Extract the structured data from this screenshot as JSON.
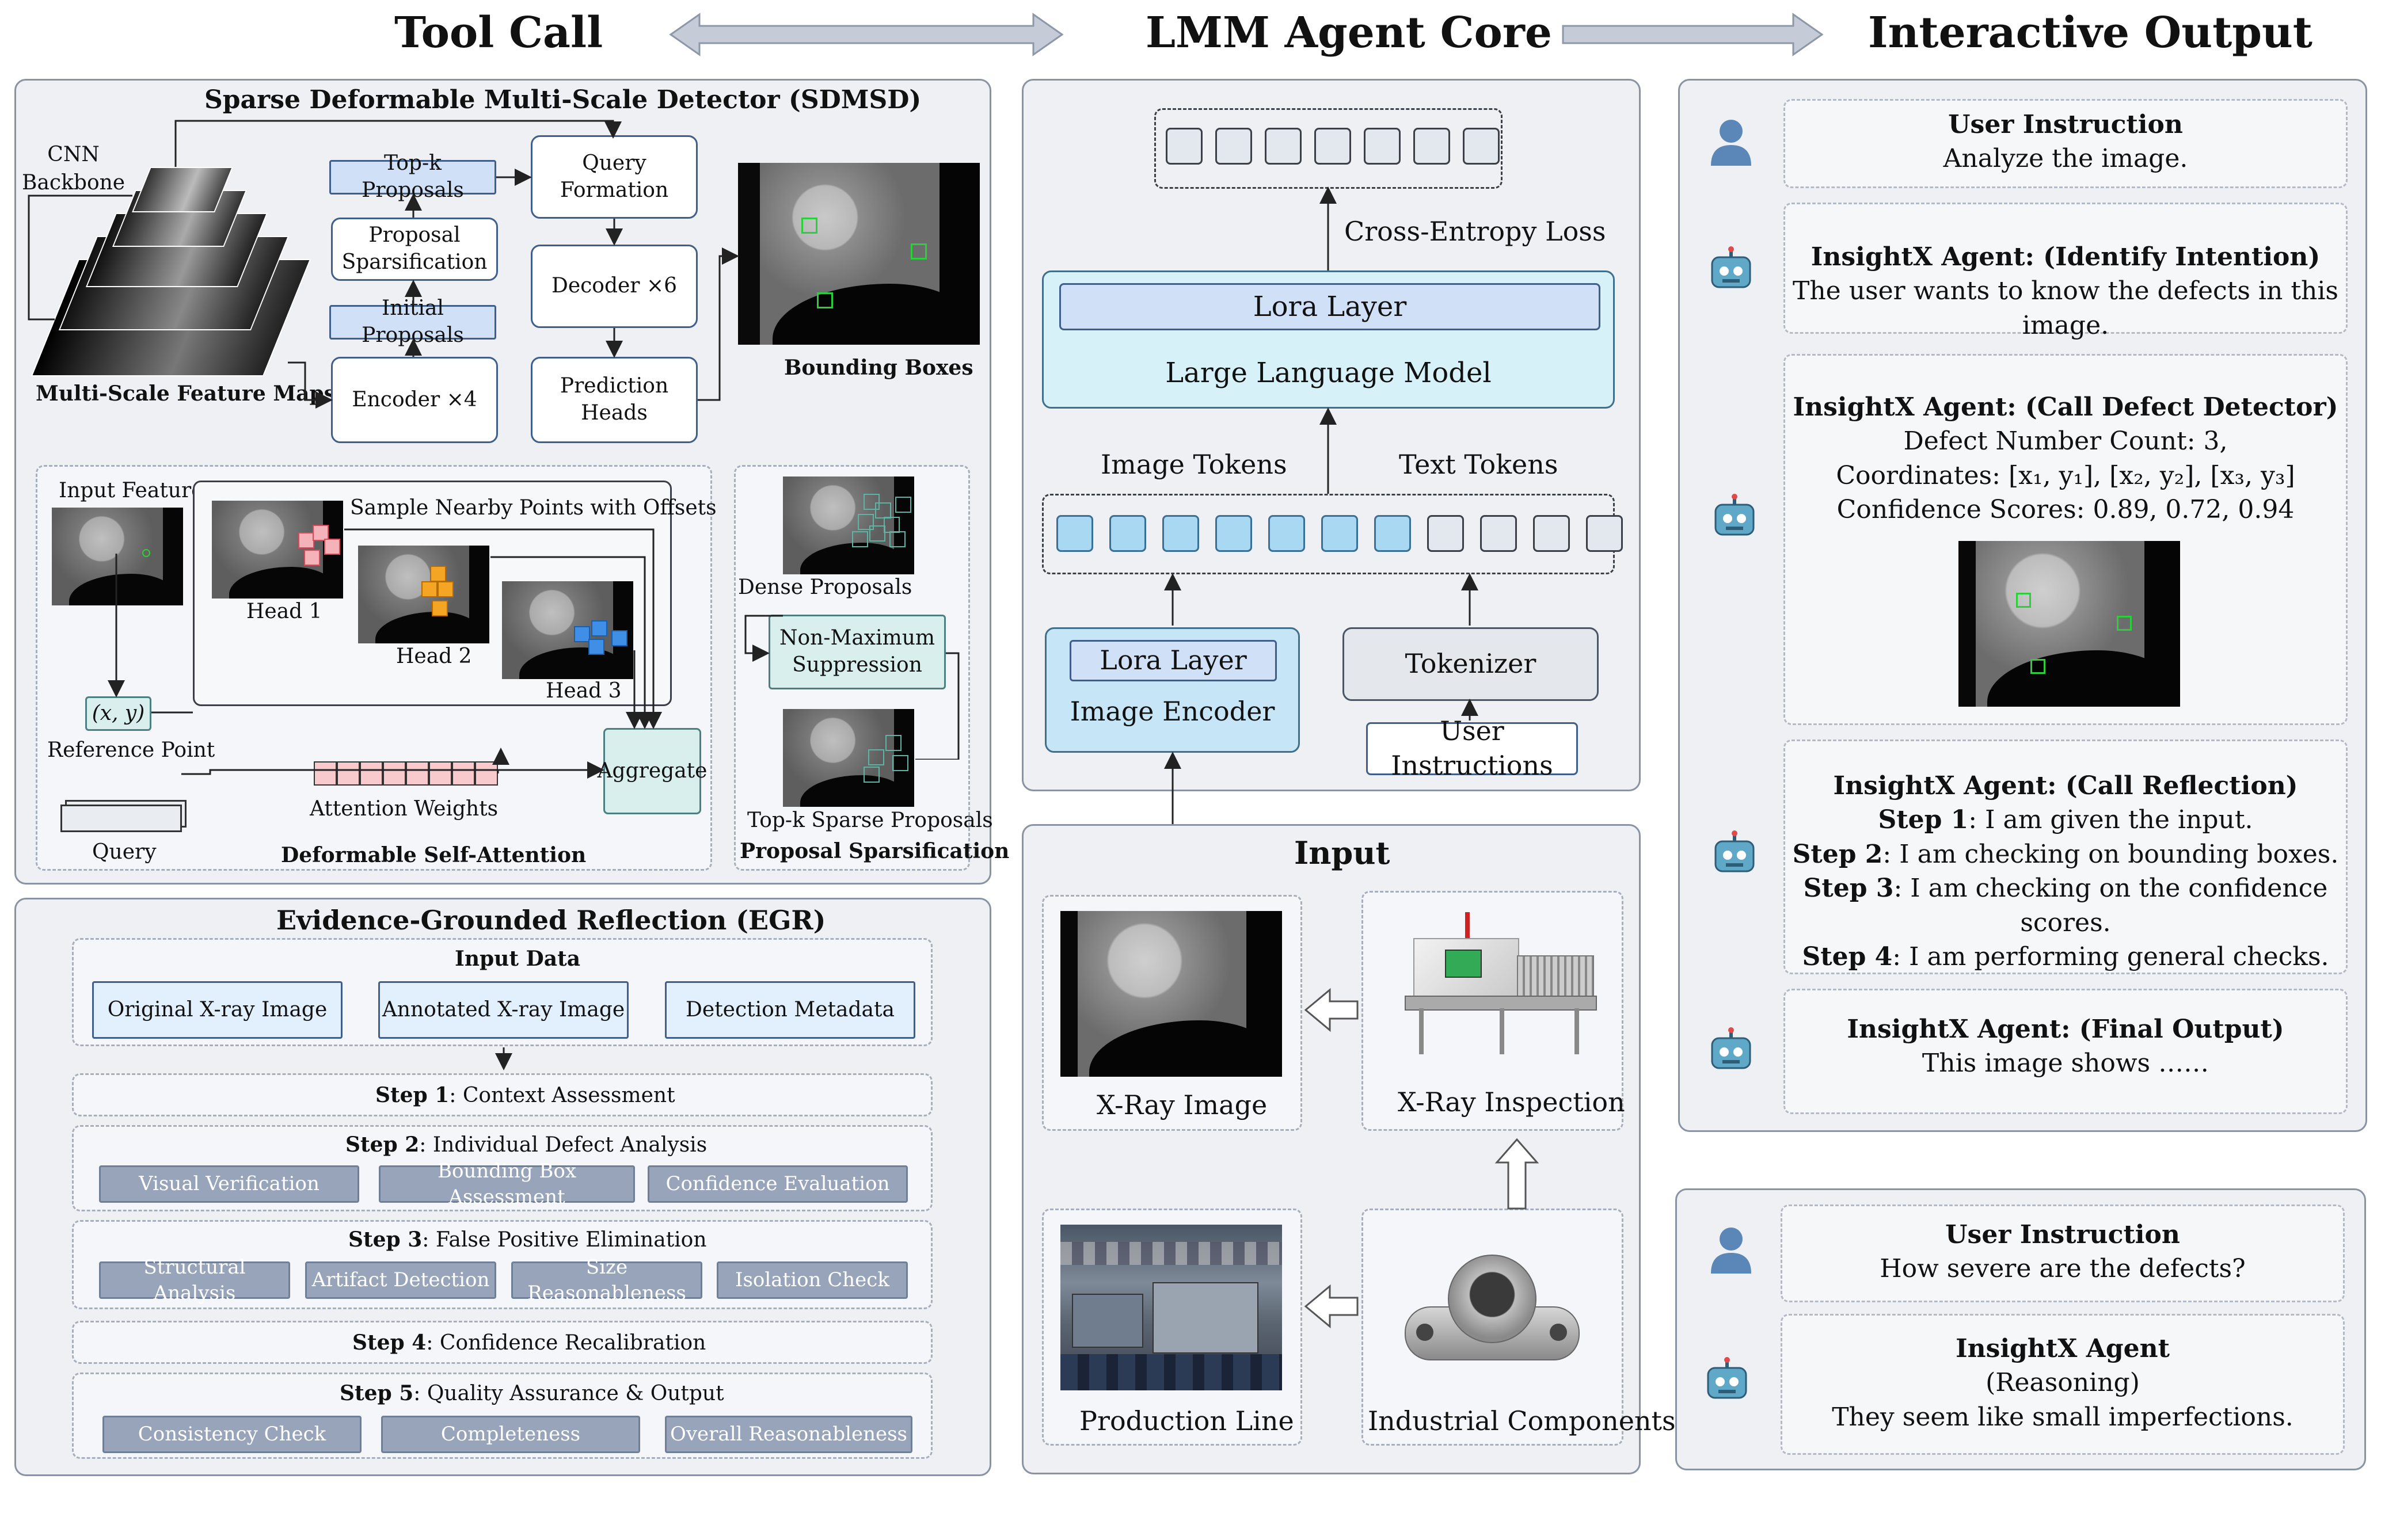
{
  "header": {
    "left": "Tool Call",
    "center": "LMM Agent Core",
    "right": "Interactive Output"
  },
  "sdmsd": {
    "title": "Sparse Deformable Multi-Scale Detector (SDMSD)",
    "cnn_backbone": "CNN\nBackbone",
    "multi_scale_maps": "Multi-Scale Feature Maps",
    "topk_proposals": "Top-k Proposals",
    "proposal_sparsification": "Proposal\nSparsification",
    "initial_proposals": "Initial Proposals",
    "encoder": "Encoder ×4",
    "query_formation": "Query\nFormation",
    "decoder": "Decoder ×6",
    "prediction_heads": "Prediction Heads",
    "bounding_boxes": "Bounding Boxes",
    "input_feature": "Input Feature",
    "sample_points": "Sample Nearby Points with Offsets",
    "head1": "Head 1",
    "head2": "Head 2",
    "head3": "Head 3",
    "xy": "(x, y)",
    "reference_point": "Reference Point",
    "attention_weights": "Attention Weights",
    "aggregate": "Aggregate",
    "query": "Query",
    "dsa": "Deformable Self-Attention",
    "dense_proposals": "Dense Proposals",
    "nms": "Non-Maximum\nSuppression",
    "topk_sparse": "Top-k Sparse Proposals",
    "proposal_sparsification_title": "Proposal Sparsification"
  },
  "egr": {
    "title": "Evidence-Grounded Reflection (EGR)",
    "input_data": "Input Data",
    "inputs": [
      "Original X-ray Image",
      "Annotated X-ray Image",
      "Detection Metadata"
    ],
    "step1": {
      "label": "Step 1",
      "text": ": Context Assessment"
    },
    "step2": {
      "label": "Step 2",
      "text": ": Individual Defect Analysis",
      "items": [
        "Visual Verification",
        "Bounding Box Assessment",
        "Confidence Evaluation"
      ]
    },
    "step3": {
      "label": "Step 3",
      "text": ": False Positive Elimination",
      "items": [
        "Structural Analysis",
        "Artifact Detection",
        "Size Reasonableness",
        "Isolation Check"
      ]
    },
    "step4": {
      "label": "Step 4",
      "text": ": Confidence Recalibration"
    },
    "step5": {
      "label": "Step 5",
      "text": ": Quality Assurance & Output",
      "items": [
        "Consistency Check",
        "Completeness",
        "Overall Reasonableness"
      ]
    }
  },
  "core": {
    "cross_entropy": "Cross-Entropy Loss",
    "lora_layer": "Lora Layer",
    "llm": "Large Language Model",
    "image_tokens": "Image Tokens",
    "text_tokens": "Text Tokens",
    "enc_lora": "Lora Layer",
    "image_encoder": "Image Encoder",
    "tokenizer": "Tokenizer",
    "user_instructions": "User Instructions"
  },
  "input": {
    "title": "Input",
    "xray_image": "X-Ray Image",
    "xray_inspection": "X-Ray Inspection",
    "production_line": "Production Line",
    "industrial_components": "Industrial Components"
  },
  "chat1": {
    "c1": {
      "h": "User Instruction",
      "t": "Analyze the image."
    },
    "c2": {
      "h": "InsightX Agent: (Identify Intention)",
      "t": "The user wants to know the defects in this image."
    },
    "c3": {
      "h": "InsightX Agent: (Call Defect Detector)",
      "l1": "Defect Number Count: 3,",
      "l2": "Coordinates: [x₁, y₁], [x₂, y₂], [x₃, y₃]",
      "l3": "Confidence Scores: 0.89, 0.72, 0.94"
    },
    "c4": {
      "h": "InsightX Agent: (Call Reflection)",
      "s1": ": I am given the input.",
      "s2": ": I am checking on bounding boxes.",
      "s3": ": I am checking on the confidence scores.",
      "s4": ": I am performing general checks.",
      "s1l": "Step 1",
      "s2l": "Step 2",
      "s3l": "Step 3",
      "s4l": "Step 4"
    },
    "c5": {
      "h": "InsightX Agent: (Final Output)",
      "t": "This image shows ……"
    }
  },
  "chat2": {
    "c1": {
      "h": "User Instruction",
      "t": "How severe are the defects?"
    },
    "c2": {
      "h": "InsightX Agent",
      "t1": "(Reasoning)",
      "t2": "They seem like small imperfections."
    }
  },
  "colors": {
    "accent_blue": "#cfe0f7",
    "token_blue": "#a9d8f2",
    "llm_cyan": "#d6f2f8",
    "panel": "#eef0f4",
    "grey_step": "#97a4b9"
  }
}
